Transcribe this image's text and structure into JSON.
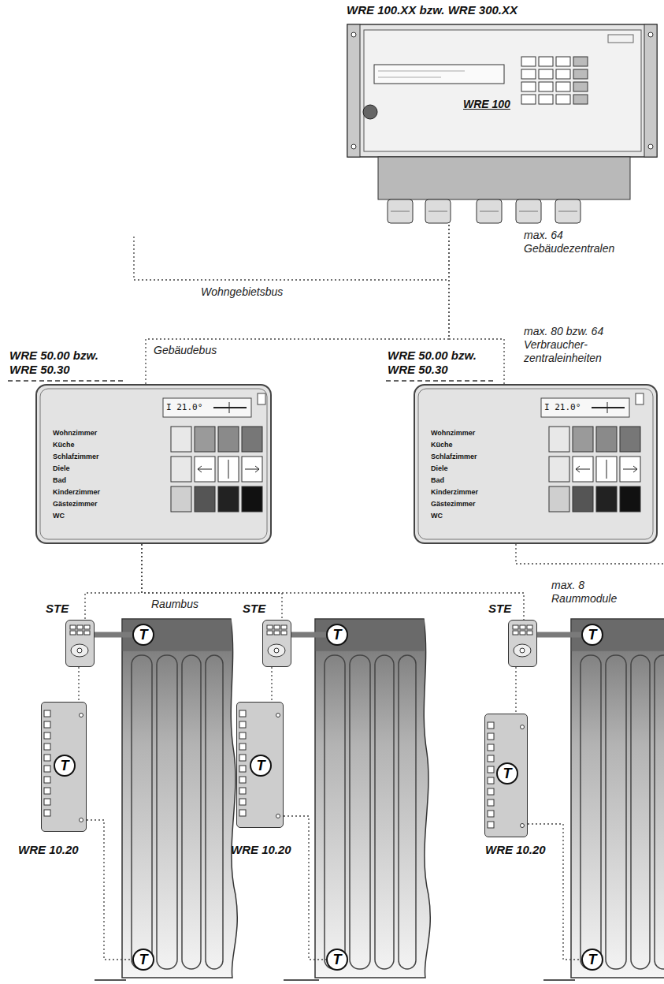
{
  "diagram": {
    "nodes": [
      {
        "text": [
          "WRE 100.XX bzw. WRE 300.XX",
          "WRE 100"
        ]
      },
      {
        "text": [
          "WRE 50.00 bzw. WRE 50.30",
          "I 21.0°",
          "Wohnzimmer",
          "Küche",
          "Schlafzimmer",
          "Diele",
          "Bad",
          "Kinderzimmer",
          "Gästezimmer",
          "WC"
        ]
      },
      {
        "text": [
          "WRE 50.00 bzw. WRE 50.30",
          "I 21.0°",
          "Wohnzimmer",
          "Küche",
          "Schlafzimmer",
          "Diele",
          "Bad",
          "Kinderzimmer",
          "Gästezimmer",
          "WC"
        ]
      },
      {
        "text": [
          "STE"
        ]
      },
      {
        "text": [
          "T"
        ]
      },
      {
        "text": [
          "WRE 10.20"
        ]
      },
      {
        "text": [
          "T"
        ],
        "in": 5
      },
      {
        "text": [
          "T"
        ]
      },
      {
        "text": [
          "STE"
        ]
      },
      {
        "text": [
          "T"
        ]
      },
      {
        "text": [
          "WRE 10.20"
        ]
      },
      {
        "text": [
          "T"
        ],
        "in": 10
      },
      {
        "text": [
          "T"
        ]
      },
      {
        "text": [
          "STE"
        ]
      },
      {
        "text": [
          "T"
        ]
      },
      {
        "text": [
          "WRE 10.20"
        ]
      },
      {
        "text": [
          "T"
        ],
        "in": 15
      },
      {
        "text": [
          "T"
        ]
      }
    ],
    "edges": [
      {
        "from": 0,
        "to": 1,
        "arrow": "none"
      },
      {
        "from": 0,
        "to": 2,
        "arrow": "none"
      },
      {
        "from": 1,
        "to": 3,
        "arrow": "none"
      },
      {
        "from": 1,
        "to": 8,
        "arrow": "none"
      },
      {
        "from": 1,
        "to": 13,
        "arrow": "none"
      },
      {
        "from": 3,
        "to": 4,
        "arrow": "none"
      },
      {
        "from": 3,
        "to": 5,
        "arrow": "none"
      },
      {
        "from": 5,
        "to": 7,
        "arrow": "none"
      },
      {
        "from": 8,
        "to": 9,
        "arrow": "none"
      },
      {
        "from": 8,
        "to": 10,
        "arrow": "none"
      },
      {
        "from": 10,
        "to": 12,
        "arrow": "none"
      },
      {
        "from": 13,
        "to": 14,
        "arrow": "none"
      },
      {
        "from": 13,
        "to": 15,
        "arrow": "none"
      },
      {
        "from": 15,
        "to": 17,
        "arrow": "none"
      }
    ],
    "labels": [
      "max. 64 Gebäudezentralen",
      "Wohngebietsbus",
      "Gebäudebus",
      "max. 80 bzw. 64 Verbraucher- zentraleinheiten",
      "Raumbus",
      "max. 8 Raummodule"
    ]
  }
}
